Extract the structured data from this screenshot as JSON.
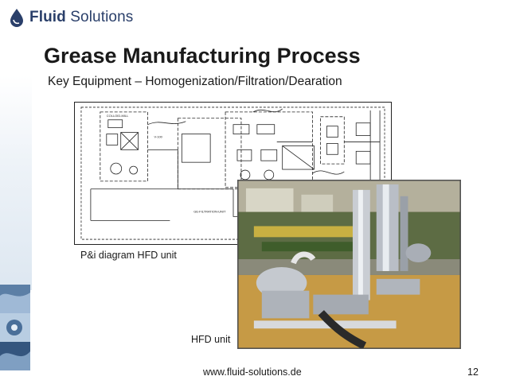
{
  "brand": {
    "name_bold": "Fluid",
    "name_rest": " Solutions",
    "color": "#2a3f6a",
    "icon": "droplet-icon"
  },
  "slide": {
    "title": "Grease Manufacturing Process",
    "subtitle": "Key Equipment – Homogenization/Filtration/Dearation"
  },
  "figures": {
    "diagram_caption": "P&i diagram HFD unit",
    "photo_caption": "HFD unit"
  },
  "footer": {
    "url": "www.fluid-solutions.de",
    "page": "12"
  }
}
